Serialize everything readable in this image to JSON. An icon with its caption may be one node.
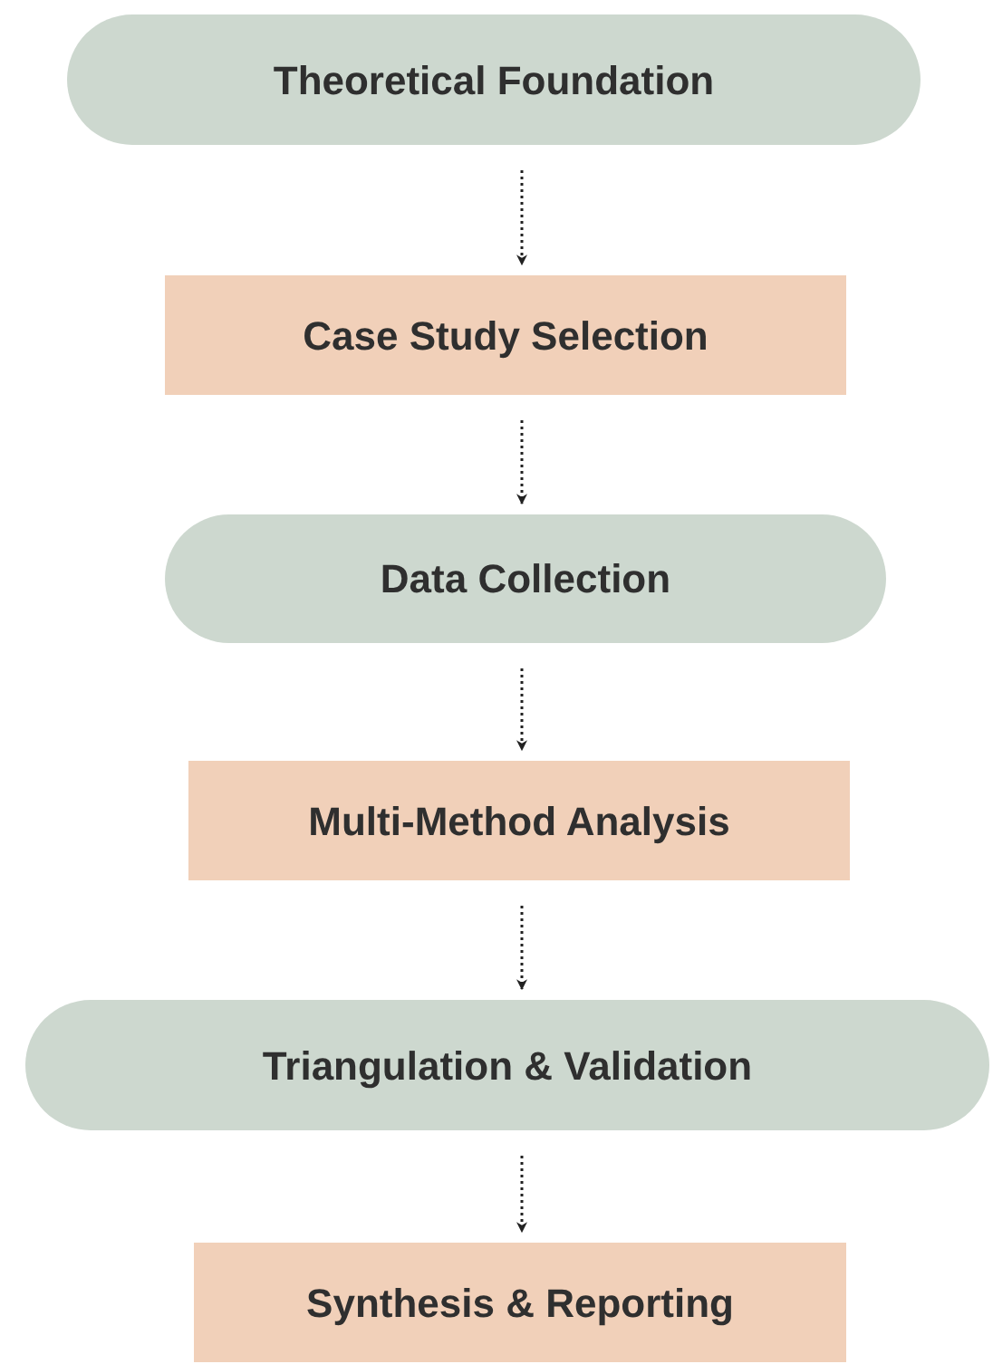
{
  "diagram": {
    "nodes": [
      {
        "text": [
          "Theoretical Foundation"
        ]
      },
      {
        "text": [
          "Case Study Selection"
        ]
      },
      {
        "text": [
          "Data Collection"
        ]
      },
      {
        "text": [
          "Multi-Method Analysis"
        ]
      },
      {
        "text": [
          "Triangulation & Validation"
        ]
      },
      {
        "text": [
          "Synthesis & Reporting"
        ]
      }
    ],
    "edges": [
      {
        "from": 0,
        "to": 1,
        "arrow": "to",
        "style": "dashed"
      },
      {
        "from": 1,
        "to": 2,
        "arrow": "to",
        "style": "dashed"
      },
      {
        "from": 2,
        "to": 3,
        "arrow": "to",
        "style": "dashed"
      },
      {
        "from": 3,
        "to": 4,
        "arrow": "to",
        "style": "dashed"
      },
      {
        "from": 4,
        "to": 5,
        "arrow": "to",
        "style": "dashed"
      }
    ]
  }
}
